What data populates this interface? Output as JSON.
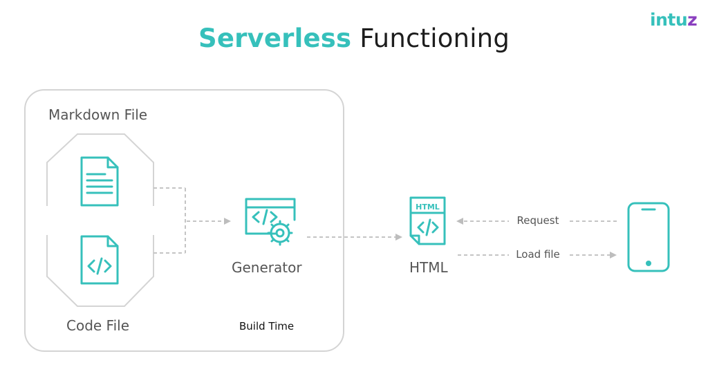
{
  "header": {
    "title_accent": "Serverless",
    "title_rest": "Functioning",
    "logo_part1": "intu",
    "logo_part2": "z"
  },
  "diagram": {
    "markdown_label": "Markdown File",
    "code_label": "Code File",
    "build_time_label": "Build Time",
    "generator_label": "Generator",
    "html_label": "HTML",
    "html_doc_text": "HTML",
    "request_label": "Request",
    "load_label": "Load file",
    "accent_color": "#36c0bb",
    "logo_accent_color": "#8a3fbf"
  }
}
